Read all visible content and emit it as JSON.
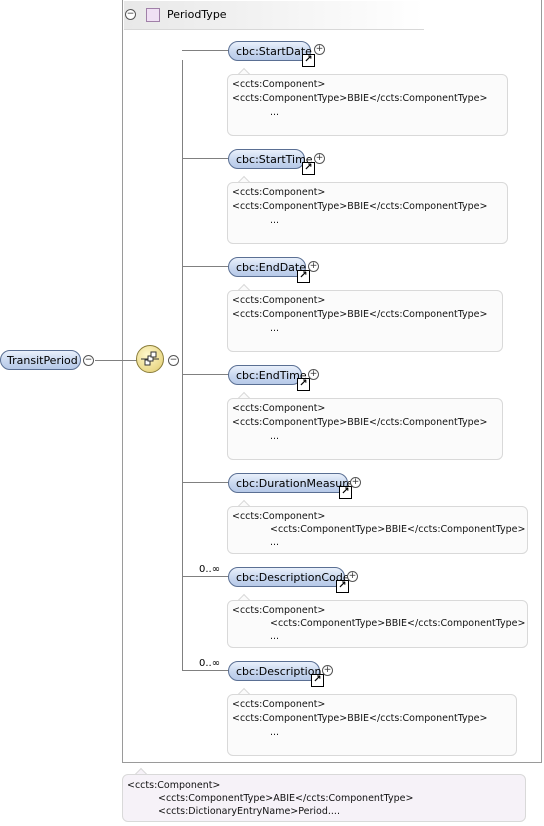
{
  "root": {
    "label": "TransitPeriod"
  },
  "type": {
    "name": "PeriodType"
  },
  "elements": [
    {
      "name": "cbc:StartDate",
      "occurrence": "",
      "annotation": {
        "line1": "<ccts:Component>",
        "line2": "<ccts:ComponentType>BBIE</ccts:ComponentType>",
        "line3": "..."
      }
    },
    {
      "name": "cbc:StartTime",
      "occurrence": "",
      "annotation": {
        "line1": "<ccts:Component>",
        "line2": "<ccts:ComponentType>BBIE</ccts:ComponentType>",
        "line3": "..."
      }
    },
    {
      "name": "cbc:EndDate",
      "occurrence": "",
      "annotation": {
        "line1": "<ccts:Component>",
        "line2": "<ccts:ComponentType>BBIE</ccts:ComponentType>",
        "line3": "..."
      }
    },
    {
      "name": "cbc:EndTime",
      "occurrence": "",
      "annotation": {
        "line1": "<ccts:Component>",
        "line2": "<ccts:ComponentType>BBIE</ccts:ComponentType>",
        "line3": "..."
      }
    },
    {
      "name": "cbc:DurationMeasure",
      "occurrence": "",
      "annotation": {
        "line1": "<ccts:Component>",
        "line2": "<ccts:ComponentType>BBIE</ccts:ComponentType>",
        "line3": "..."
      }
    },
    {
      "name": "cbc:DescriptionCode",
      "occurrence": "0..∞",
      "annotation": {
        "line1": "<ccts:Component>",
        "line2": "<ccts:ComponentType>BBIE</ccts:ComponentType>",
        "line3": "..."
      }
    },
    {
      "name": "cbc:Description",
      "occurrence": "0..∞",
      "annotation": {
        "line1": "<ccts:Component>",
        "line2": "<ccts:ComponentType>BBIE</ccts:ComponentType>",
        "line3": "..."
      }
    }
  ],
  "root_annotation": {
    "line1": "<ccts:Component>",
    "line2": "<ccts:ComponentType>ABIE</ccts:ComponentType>",
    "line3": "<ccts:DictionaryEntryName>Period...."
  },
  "icons": {
    "collapse": "−",
    "expand": "+",
    "shortcut": "↗"
  }
}
